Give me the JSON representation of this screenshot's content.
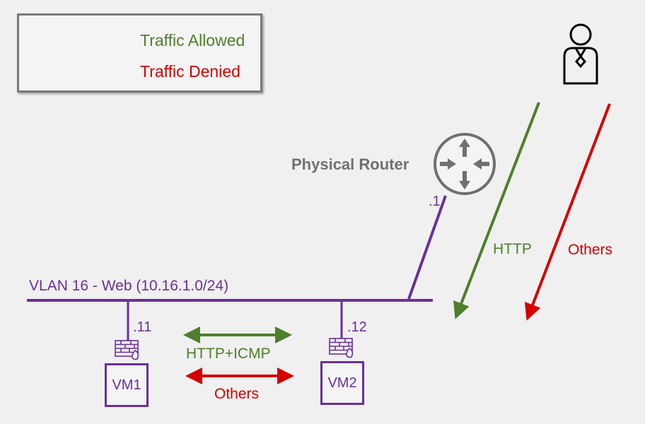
{
  "legend": {
    "allowed_label": "Traffic Allowed",
    "denied_label": "Traffic Denied"
  },
  "router": {
    "label": "Physical Router",
    "ip_suffix": ".1"
  },
  "vlan": {
    "label": "VLAN 16 - Web (10.16.1.0/24)"
  },
  "vms": [
    {
      "name": "VM1",
      "ip_suffix": ".11"
    },
    {
      "name": "VM2",
      "ip_suffix": ".12"
    }
  ],
  "east_west": {
    "allowed_label": "HTTP+ICMP",
    "denied_label": "Others"
  },
  "north_south": {
    "allowed_label": "HTTP",
    "denied_label": "Others"
  },
  "colors": {
    "allowed": "#4e7f2c",
    "denied": "#d40000",
    "network": "#6a2f9a",
    "router": "#707070",
    "user": "#000000",
    "firewall": "#6a2f9a"
  },
  "icons": {
    "user": "user-icon",
    "router": "router-icon",
    "firewall": "firewall-icon"
  }
}
